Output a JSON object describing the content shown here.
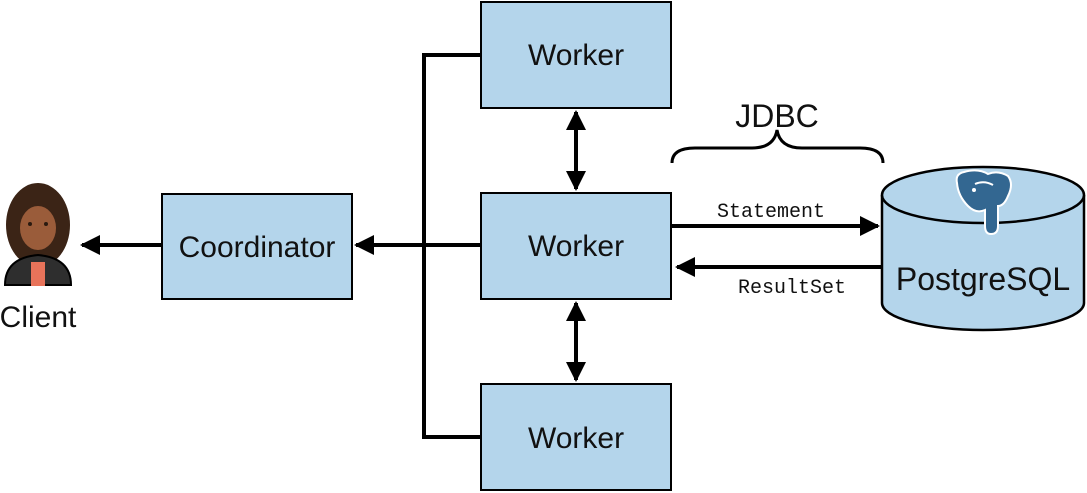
{
  "diagram": {
    "colors": {
      "box_fill": "#b4d5eb",
      "stroke": "#000000",
      "db_fill": "#b4d5eb",
      "elephant": "#336791"
    },
    "client": {
      "label": "Client",
      "icon": "person-icon"
    },
    "coordinator": {
      "label": "Coordinator"
    },
    "workers": [
      {
        "label": "Worker"
      },
      {
        "label": "Worker"
      },
      {
        "label": "Worker"
      }
    ],
    "database": {
      "label": "PostgreSQL",
      "icon": "postgresql-elephant-icon"
    },
    "connection": {
      "label": "JDBC"
    },
    "messages": {
      "statement": "Statement",
      "result_set": "ResultSet"
    }
  }
}
